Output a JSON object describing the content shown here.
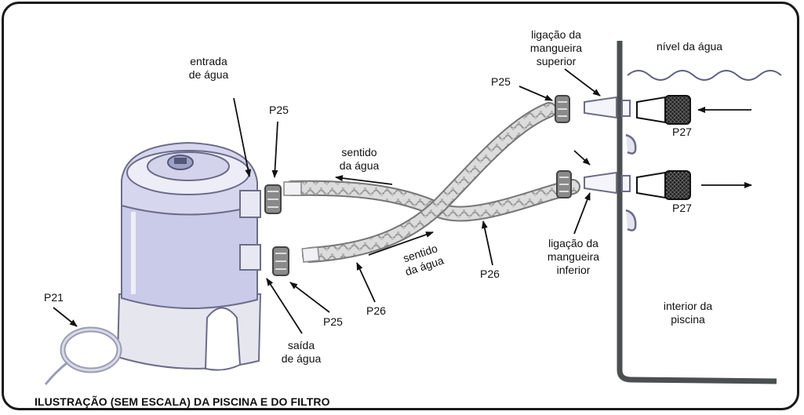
{
  "labels": {
    "entrada": [
      "entrada",
      "de água"
    ],
    "saida": [
      "saída",
      "de água"
    ],
    "sentido_top": [
      "sentido",
      "da água"
    ],
    "sentido_bottom": [
      "sentido",
      "da água"
    ],
    "ligacao_superior": [
      "ligação da",
      "mangueira",
      "superior"
    ],
    "ligacao_inferior": [
      "ligação da",
      "mangueira",
      "inferior"
    ],
    "nivel": "nível da água",
    "interior": [
      "interior da",
      "piscina"
    ]
  },
  "parts": {
    "p21": "P21",
    "p25_filter_top": "P25",
    "p25_filter_bottom": "P25",
    "p25_wall_top": "P25",
    "p26_left": "P26",
    "p26_right": "P26",
    "p27_top": "P27",
    "p27_bottom": "P27"
  },
  "caption": "ILUSTRAÇÃO (SEM ESCALA) DA PISCINA E DO FILTRO"
}
